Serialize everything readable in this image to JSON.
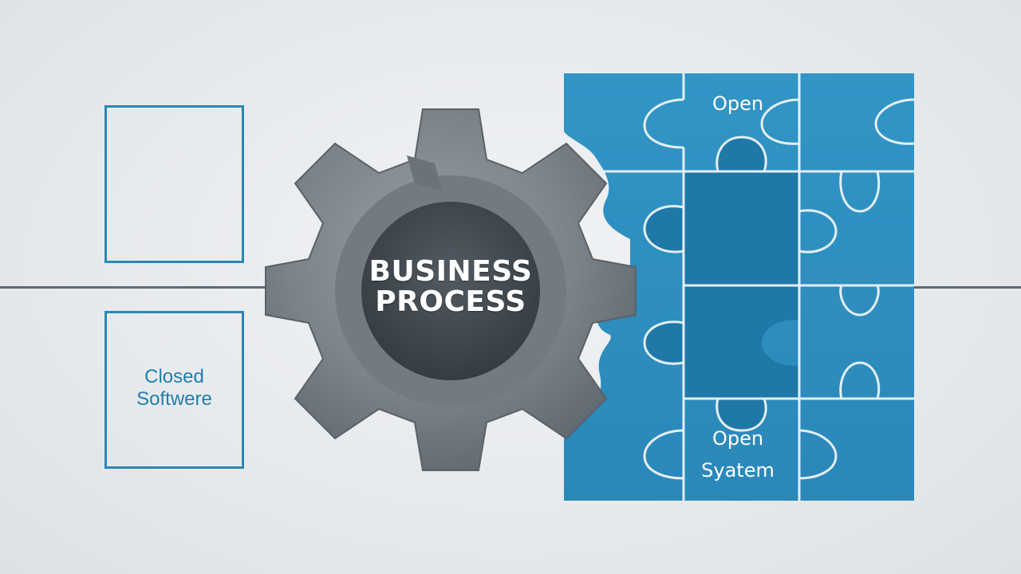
{
  "gear": {
    "label_line1": "BUSINESS",
    "label_line2": "PROCESS"
  },
  "closed_box": {
    "label": "Closed\nSoftwere"
  },
  "puzzle": {
    "top_label": "Open",
    "bottom_label_line1": "Open",
    "bottom_label_line2": "Syatem"
  },
  "colors": {
    "background": "#e7eaed",
    "accent_blue": "#2a86b6",
    "puzzle_blue": "#2f8dbf",
    "puzzle_dark": "#1f78a8",
    "gear_gray": "#7d848a",
    "hub_dark": "#3f474e",
    "line_gray": "#5d6a75"
  }
}
